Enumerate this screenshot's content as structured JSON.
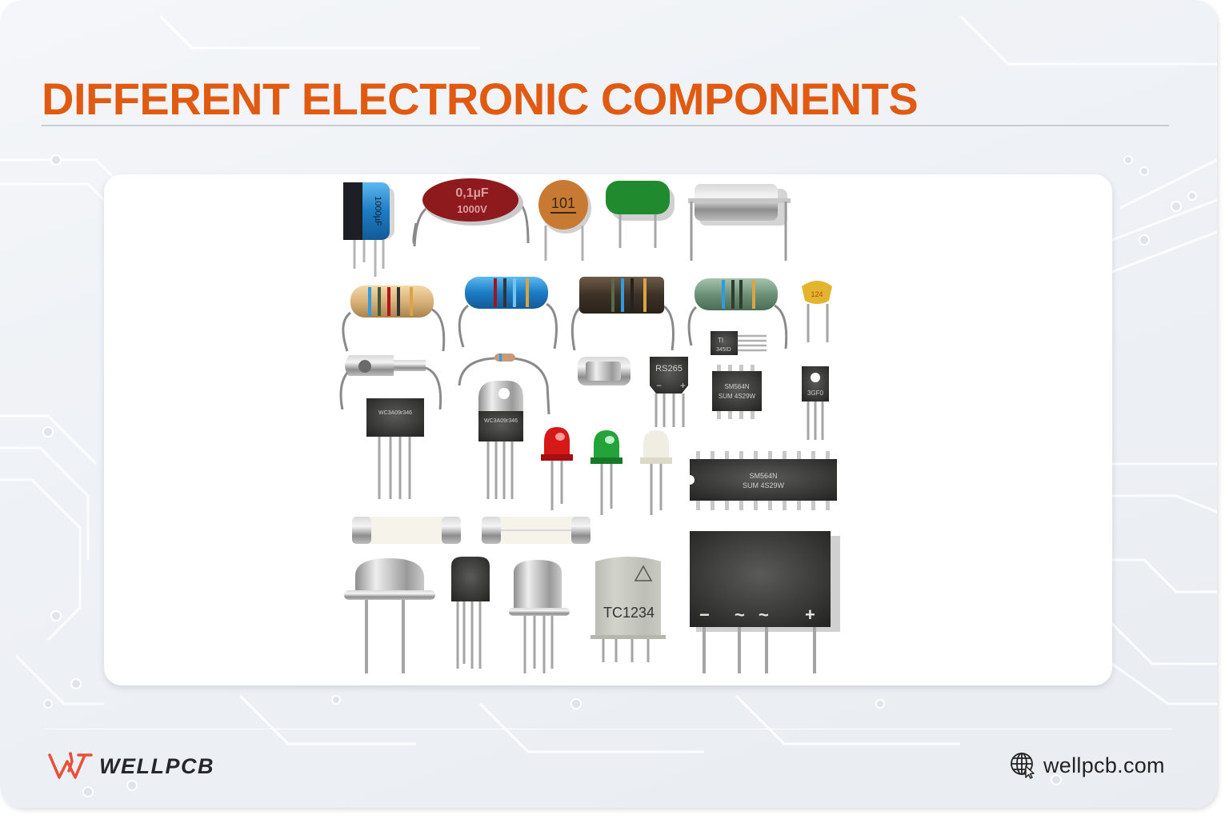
{
  "slide": {
    "title": "DIFFERENT ELECTRONIC COMPONENTS",
    "colors": {
      "title": "#e05a12",
      "rule": "#c8ccd2",
      "panel": "#ffffff",
      "logo_mark": "#e8503a",
      "logo_text": "#26272b"
    }
  },
  "illustration": {
    "description": "Assortment of electronic components",
    "labels": {
      "electrolytic_cap": "1000µF",
      "film_cap_value": "0,1µF",
      "film_cap_voltage": "1000V",
      "ceramic_cap": "101",
      "tantalum_cap": "124",
      "small_ic": "TI",
      "small_ic_code": "345ID",
      "bridge_rectifier": "RS265",
      "bridge_minus": "−",
      "bridge_plus": "+",
      "dip8_line1": "SM564N",
      "dip8_line2": "SUM 4S29W",
      "to126": "3GF0",
      "sip_module": "WC3A09r346",
      "to220": "WC3A09r346",
      "dip20_line1": "SM564N",
      "dip20_line2": "SUM 4S29W",
      "relay": "TC1234",
      "large_bridge_minus": "−",
      "large_bridge_ac1": "~",
      "large_bridge_ac2": "~",
      "large_bridge_plus": "+"
    },
    "leds": [
      "red",
      "green",
      "white"
    ]
  },
  "footer": {
    "brand": "WELLPCB",
    "website": "wellpcb.com",
    "globe_icon": "globe-cursor-icon"
  }
}
